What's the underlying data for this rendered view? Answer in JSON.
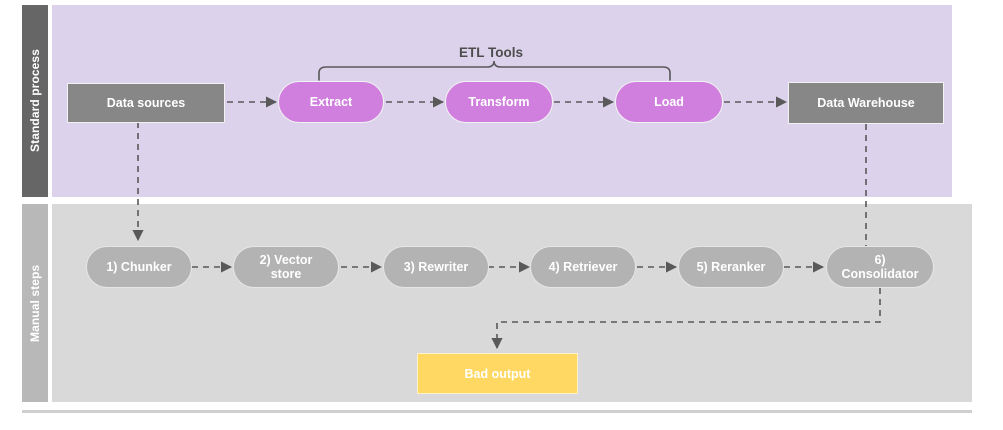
{
  "diagram": {
    "title_hidden": "",
    "colors": {
      "lane_top_label_bg": "#666666",
      "lane_top_bg": "#DCD2EC",
      "lane_bottom_label_bg": "#B8B8B8",
      "lane_bottom_bg": "#D9D9D9",
      "node_grey": "#878787",
      "node_purple": "#D07FDE",
      "node_soft_grey": "#B3B3B3",
      "node_yellow": "#FFD863",
      "connector": "#595959",
      "divider": "#CFCFCF"
    },
    "lanes": [
      {
        "id": "standard-process",
        "label": "Standard process"
      },
      {
        "id": "manual-steps",
        "label": "Manual steps"
      }
    ],
    "annotations": [
      {
        "id": "etl-tools-bracket",
        "label": "ETL Tools"
      }
    ],
    "top_row": {
      "nodes": [
        {
          "id": "data-sources",
          "label": "Data sources",
          "shape": "rect",
          "style": "grey"
        },
        {
          "id": "extract",
          "label": "Extract",
          "shape": "pill",
          "style": "purple"
        },
        {
          "id": "transform",
          "label": "Transform",
          "shape": "pill",
          "style": "purple"
        },
        {
          "id": "load",
          "label": "Load",
          "shape": "pill",
          "style": "purple"
        },
        {
          "id": "data-warehouse",
          "label": "Data Warehouse",
          "shape": "rect",
          "style": "grey"
        }
      ]
    },
    "bottom_row": {
      "nodes": [
        {
          "id": "chunker",
          "label": "1) Chunker",
          "shape": "pill",
          "style": "soft"
        },
        {
          "id": "vector-store",
          "label": "2) Vector\nstore",
          "shape": "pill",
          "style": "soft"
        },
        {
          "id": "rewriter",
          "label": "3) Rewriter",
          "shape": "pill",
          "style": "soft"
        },
        {
          "id": "retriever",
          "label": "4) Retriever",
          "shape": "pill",
          "style": "soft"
        },
        {
          "id": "reranker",
          "label": "5) Reranker",
          "shape": "pill",
          "style": "soft"
        },
        {
          "id": "consolidator",
          "label": "6)\nConsolidator",
          "shape": "pill",
          "style": "soft"
        }
      ],
      "output": {
        "id": "bad-output",
        "label": "Bad output",
        "shape": "rect",
        "style": "yellow"
      }
    },
    "edges": [
      {
        "from": "data-sources",
        "to": "extract",
        "style": "dashed-arrow"
      },
      {
        "from": "extract",
        "to": "transform",
        "style": "dashed-arrow"
      },
      {
        "from": "transform",
        "to": "load",
        "style": "dashed-arrow"
      },
      {
        "from": "load",
        "to": "data-warehouse",
        "style": "dashed-arrow"
      },
      {
        "from": "extract",
        "to": "chunker",
        "style": "dashed-elbow-arrow"
      },
      {
        "from": "chunker",
        "to": "vector-store",
        "style": "dashed-arrow"
      },
      {
        "from": "vector-store",
        "to": "rewriter",
        "style": "dashed-arrow"
      },
      {
        "from": "rewriter",
        "to": "retriever",
        "style": "dashed-arrow"
      },
      {
        "from": "retriever",
        "to": "reranker",
        "style": "dashed-arrow"
      },
      {
        "from": "reranker",
        "to": "consolidator",
        "style": "dashed-arrow"
      },
      {
        "from": "data-warehouse",
        "to": "consolidator",
        "style": "dashed-line"
      },
      {
        "from": "consolidator",
        "to": "bad-output",
        "style": "dashed-elbow-arrow"
      }
    ]
  }
}
